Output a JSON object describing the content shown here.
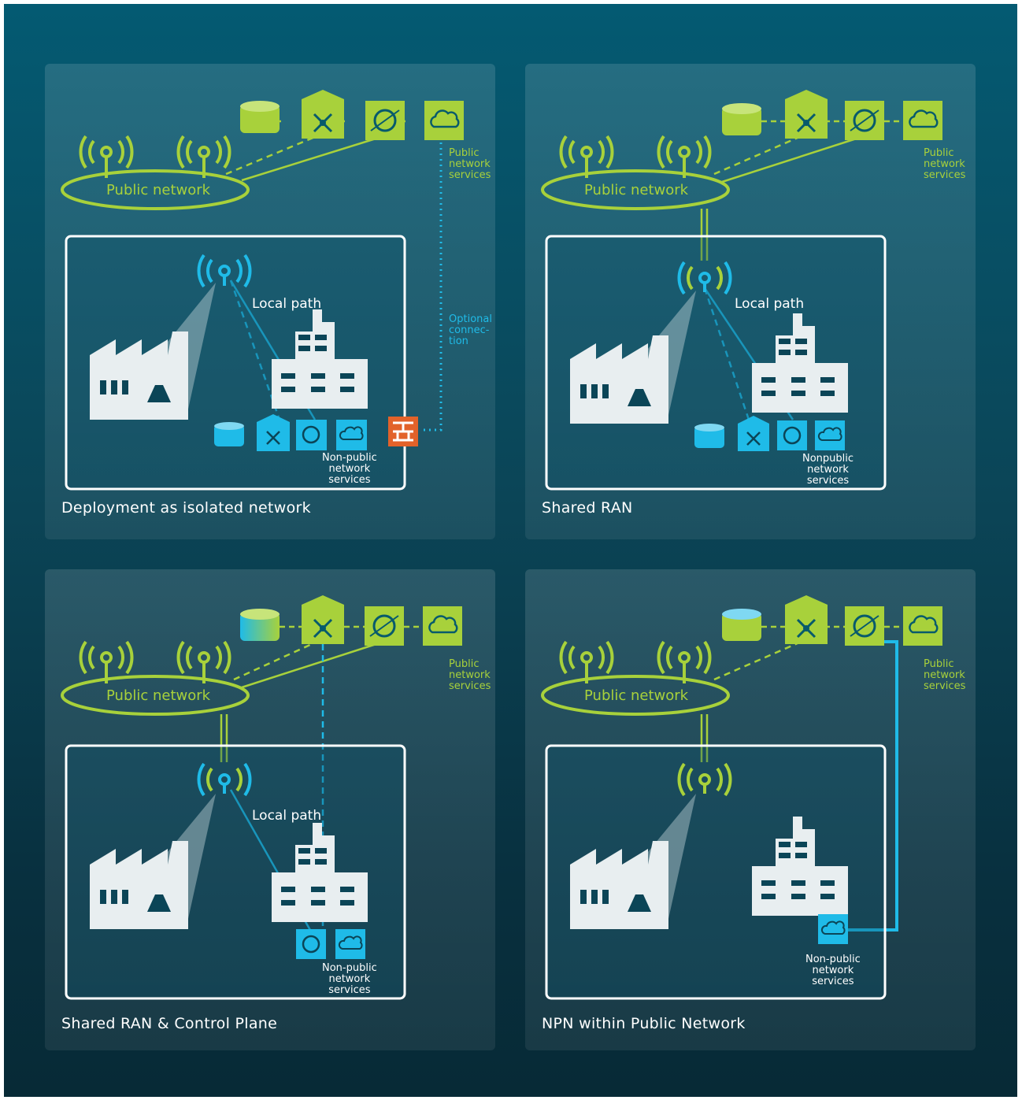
{
  "colors": {
    "green": "#a8d13b",
    "cyan": "#1fbbe8",
    "orange": "#e2622a",
    "white": "#ffffff"
  },
  "icons": [
    "storage-icon",
    "gateway-icon",
    "core-icon",
    "cloud-icon",
    "antenna-icon",
    "factory-icon",
    "office-building-icon",
    "firewall-icon"
  ],
  "panels": [
    {
      "title": "Deployment as isolated network",
      "public_network": "Public network",
      "public_services": "Public\nnetwork\nservices",
      "local_path": "Local path",
      "local_services": "Non-public\nnetwork\nservices",
      "optional": "Optional\nconnec-\ntion"
    },
    {
      "title": "Shared RAN",
      "public_network": "Public network",
      "public_services": "Public\nnetwork\nservices",
      "local_path": "Local path",
      "local_services": "Nonpublic\nnetwork\nservices"
    },
    {
      "title": "Shared RAN & Control Plane",
      "public_network": "Public network",
      "public_services": "Public\nnetwork\nservices",
      "local_path": "Local path",
      "local_services": "Non-public\nnetwork\nservices"
    },
    {
      "title": "NPN within Public Network",
      "public_network": "Public network",
      "public_services": "Public\nnetwork\nservices",
      "local_services": "Non-public\nnetwork\nservices"
    }
  ]
}
